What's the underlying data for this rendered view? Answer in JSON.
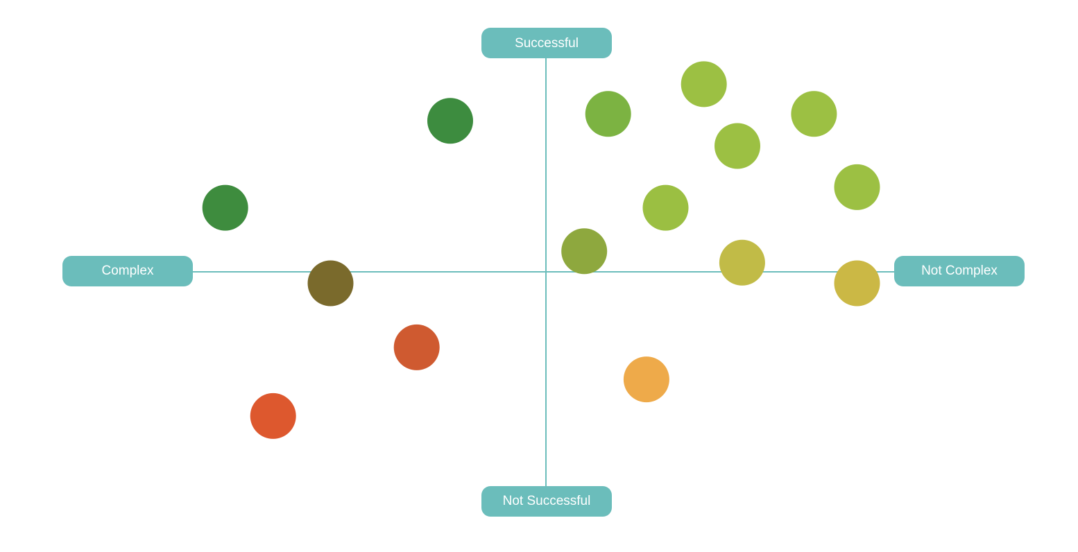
{
  "chart_data": {
    "type": "scatter",
    "title": "",
    "axes": {
      "top_label": "Successful",
      "bottom_label": "Not Successful",
      "left_label": "Complex",
      "right_label": "Not Complex"
    },
    "xlim": [
      -1,
      1
    ],
    "ylim": [
      -1,
      1
    ],
    "grid": false,
    "points": [
      {
        "x": -0.2,
        "y": 0.66,
        "color": "#3d8c3f"
      },
      {
        "x": -0.67,
        "y": 0.28,
        "color": "#3e8c3e"
      },
      {
        "x": -0.45,
        "y": -0.05,
        "color": "#7a6a2c"
      },
      {
        "x": -0.27,
        "y": -0.33,
        "color": "#cf5a30"
      },
      {
        "x": -0.57,
        "y": -0.63,
        "color": "#dd582e"
      },
      {
        "x": 0.13,
        "y": 0.69,
        "color": "#7cb342"
      },
      {
        "x": 0.33,
        "y": 0.82,
        "color": "#9cc043"
      },
      {
        "x": 0.56,
        "y": 0.69,
        "color": "#9cc043"
      },
      {
        "x": 0.4,
        "y": 0.55,
        "color": "#9cc043"
      },
      {
        "x": 0.65,
        "y": 0.37,
        "color": "#9cc043"
      },
      {
        "x": 0.25,
        "y": 0.28,
        "color": "#9bbf42"
      },
      {
        "x": 0.08,
        "y": 0.09,
        "color": "#8ea83e"
      },
      {
        "x": 0.41,
        "y": 0.04,
        "color": "#c1bb47"
      },
      {
        "x": 0.65,
        "y": -0.05,
        "color": "#cbb845"
      },
      {
        "x": 0.21,
        "y": -0.47,
        "color": "#eeaa4a"
      }
    ],
    "axis_color": "#6bbdbb",
    "label_bg_color": "#6bbdbb",
    "label_text_color": "#ffffff"
  }
}
